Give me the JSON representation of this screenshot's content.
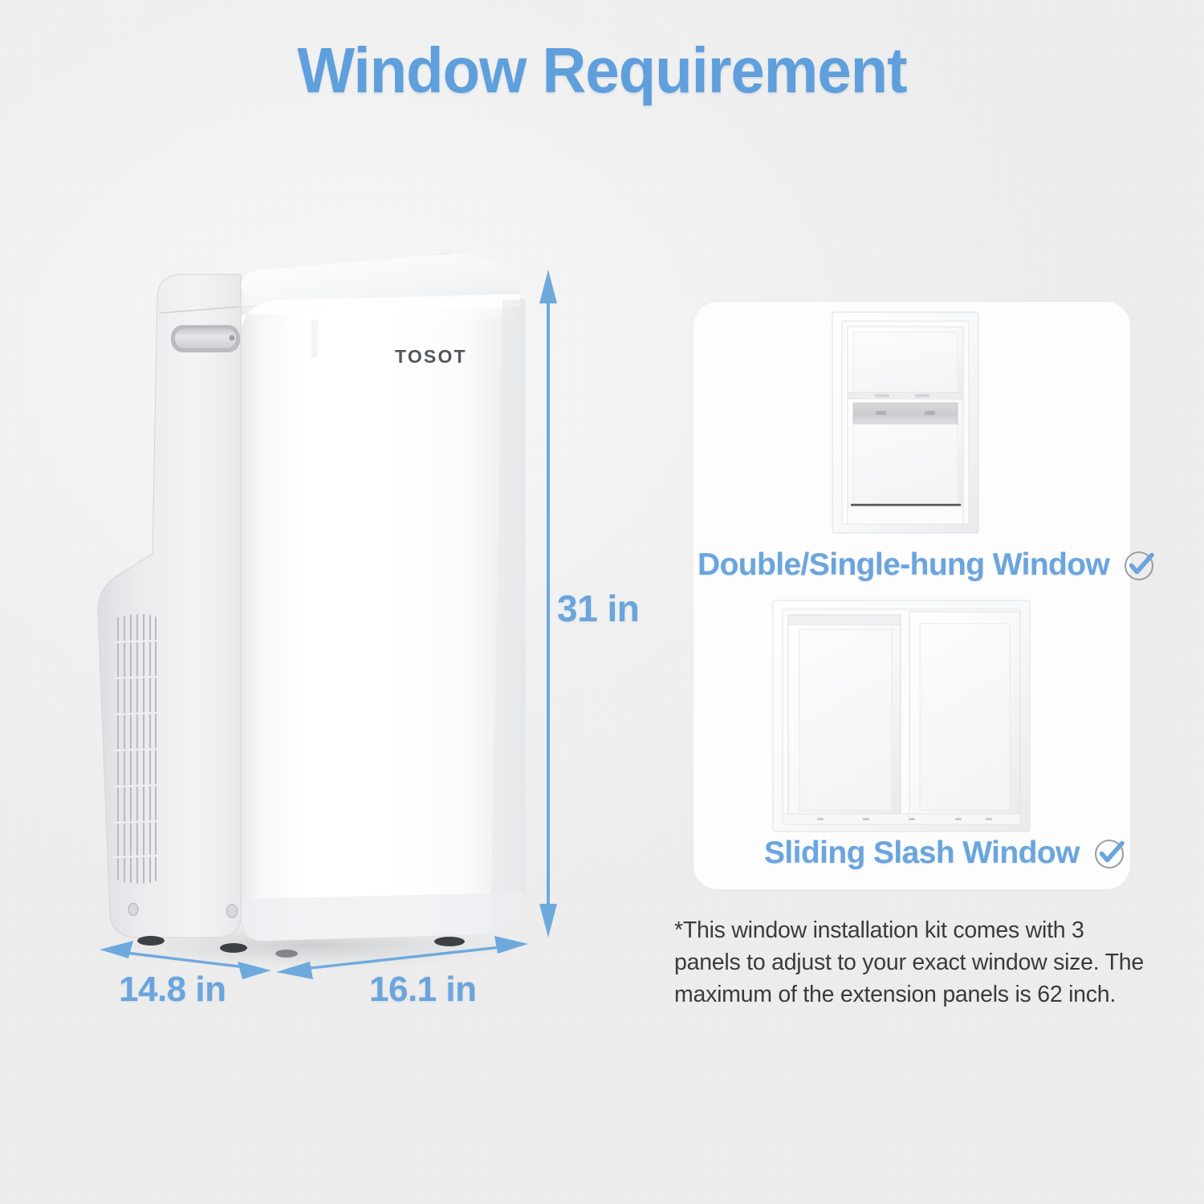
{
  "page": {
    "title": "Window Requirement",
    "background_color": "#f2f2f2",
    "accent_color": "#6aa5dd",
    "text_color": "#3b3b3b"
  },
  "product": {
    "brand_logo": "TOSOT",
    "type": "portable-air-conditioner",
    "parts": {
      "top_vent": "louver-vent",
      "side_handle": "recessed-handle",
      "side_grille": "intake-grille",
      "casters": "caster-feet"
    }
  },
  "dimensions": {
    "height": {
      "value": "31 in",
      "axis": "vertical"
    },
    "depth": {
      "value": "14.8 in",
      "axis": "diagonal-left"
    },
    "width": {
      "value": "16.1 in",
      "axis": "diagonal-right"
    }
  },
  "window_options": [
    {
      "label": "Double/Single-hung Window",
      "icon": "check-circle-icon",
      "supported": true
    },
    {
      "label": "Sliding Slash Window",
      "icon": "check-circle-icon",
      "supported": true
    }
  ],
  "footnote": {
    "text": "*This window installation kit comes with 3 panels to adjust to your exact window size. The maximum of the extension panels is 62 inch."
  }
}
